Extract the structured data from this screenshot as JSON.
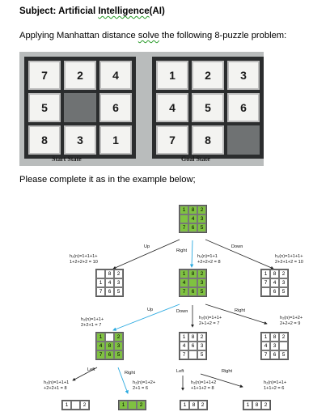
{
  "subject": {
    "prefix": "Subject: Artificial ",
    "underlined": "Intelligence",
    "suffix": "(AI)"
  },
  "intro": {
    "before": "Applying Manhattan distance ",
    "underlined": "solve",
    "after": " the following 8-puzzle problem:"
  },
  "start_state": {
    "caption": "Start State",
    "tiles": [
      "7",
      "2",
      "4",
      "5",
      "",
      "6",
      "8",
      "3",
      "1"
    ]
  },
  "goal_state": {
    "caption": "Goal State",
    "tiles": [
      "1",
      "2",
      "3",
      "4",
      "5",
      "6",
      "7",
      "8",
      ""
    ]
  },
  "instruction": "Please complete it as in the example below;",
  "tree": {
    "nodes": [
      {
        "id": "root",
        "tiles": [
          "1",
          "8",
          "2",
          "",
          "4",
          "3",
          "7",
          "6",
          "5"
        ],
        "green": [
          true,
          true,
          true,
          true,
          true,
          true,
          true,
          true,
          true
        ]
      },
      {
        "id": "l1-left",
        "tiles": [
          "",
          "8",
          "2",
          "1",
          "4",
          "3",
          "7",
          "6",
          "5"
        ],
        "green": [
          false,
          false,
          false,
          false,
          false,
          false,
          false,
          false,
          false
        ]
      },
      {
        "id": "l1-mid",
        "tiles": [
          "1",
          "8",
          "2",
          "4",
          "",
          "3",
          "7",
          "6",
          "5"
        ],
        "green": [
          true,
          true,
          true,
          true,
          true,
          true,
          true,
          true,
          true
        ]
      },
      {
        "id": "l1-right",
        "tiles": [
          "1",
          "8",
          "2",
          "7",
          "4",
          "3",
          "",
          "6",
          "5"
        ],
        "green": [
          false,
          false,
          false,
          false,
          false,
          false,
          false,
          false,
          false
        ]
      },
      {
        "id": "l2-left",
        "tiles": [
          "1",
          "",
          "2",
          "4",
          "8",
          "3",
          "7",
          "6",
          "5"
        ],
        "green": [
          true,
          false,
          true,
          true,
          true,
          true,
          true,
          true,
          true
        ]
      },
      {
        "id": "l2-mid",
        "tiles": [
          "1",
          "8",
          "2",
          "4",
          "6",
          "3",
          "7",
          "",
          "5"
        ],
        "green": [
          false,
          false,
          false,
          false,
          false,
          false,
          false,
          false,
          false
        ]
      },
      {
        "id": "l2-right",
        "tiles": [
          "1",
          "8",
          "2",
          "4",
          "3",
          "",
          "7",
          "6",
          "5"
        ],
        "green": [
          false,
          false,
          false,
          false,
          false,
          false,
          false,
          false,
          false
        ]
      }
    ],
    "labels": {
      "up1": "Up",
      "right1": "Right",
      "down1": "Down",
      "up2": "Up",
      "down2": "Down",
      "right2": "Right",
      "left3a": "Left",
      "right3a": "Right",
      "left3b": "Left",
      "right3b": "Right"
    },
    "annotations": {
      "a_l1_left": "h₂(n)=1+1+1+\n1+2+2+2 = 10",
      "a_l1_mid": "h₂(n)=1+1\n+2+2+2 = 8",
      "a_l1_right": "h₂(n)=1+1+1+\n2+2+1+2 = 10",
      "a_l2_left": "h₂(n)=1+1+\n2+2+1 = 7",
      "a_l2_mid": "h₂(n)=1+1+\n2+1+2 = 7",
      "a_l2_right": "h₂(n)=1+2+\n2+2+2 = 9",
      "a_l3_1": "h₂(n)=1+1+1\n+2+2+1 = 8",
      "a_l3_2": "h₂(n)=1+2+\n2+1 = 6",
      "a_l3_3": "h₂(n)=1+1+2\n+1+1+2 = 8",
      "a_l3_4": "h₂(n)=1+1+\n1+1+2 = 6"
    },
    "partial_rows": [
      [
        "1",
        "",
        "2"
      ],
      [
        "1",
        "",
        "2"
      ],
      [
        "1",
        "8",
        "2"
      ],
      [
        "1",
        "8",
        "2"
      ]
    ]
  }
}
